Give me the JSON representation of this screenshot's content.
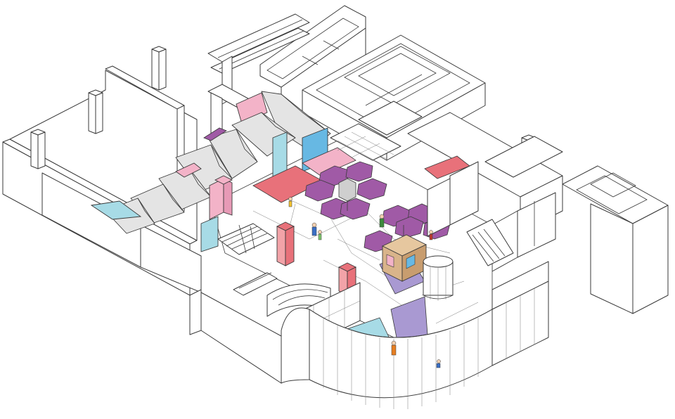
{
  "diagram": {
    "kind": "isometric-floor-plan",
    "colors": {
      "pink": "#f3b3c8",
      "coral": "#e8717a",
      "light_blue": "#a7dbe6",
      "blue": "#67b8e3",
      "purple": "#a05aa6",
      "lavender": "#a999d2",
      "roof_grey": "#e4e4e4",
      "wood": "#d9b48a",
      "line": "#3a3a3a"
    },
    "zones": [
      {
        "name": "folded-roof-pavilion",
        "color": "roof_grey"
      },
      {
        "name": "canopy-cluster-left",
        "color": "purple"
      },
      {
        "name": "canopy-cluster-right",
        "color": "purple"
      },
      {
        "name": "play-house",
        "color": "wood"
      },
      {
        "name": "escalator",
        "color": "line"
      },
      {
        "name": "cylinder-tower",
        "color": "line"
      },
      {
        "name": "curved-facade",
        "color": "line"
      }
    ],
    "figures": 7
  }
}
